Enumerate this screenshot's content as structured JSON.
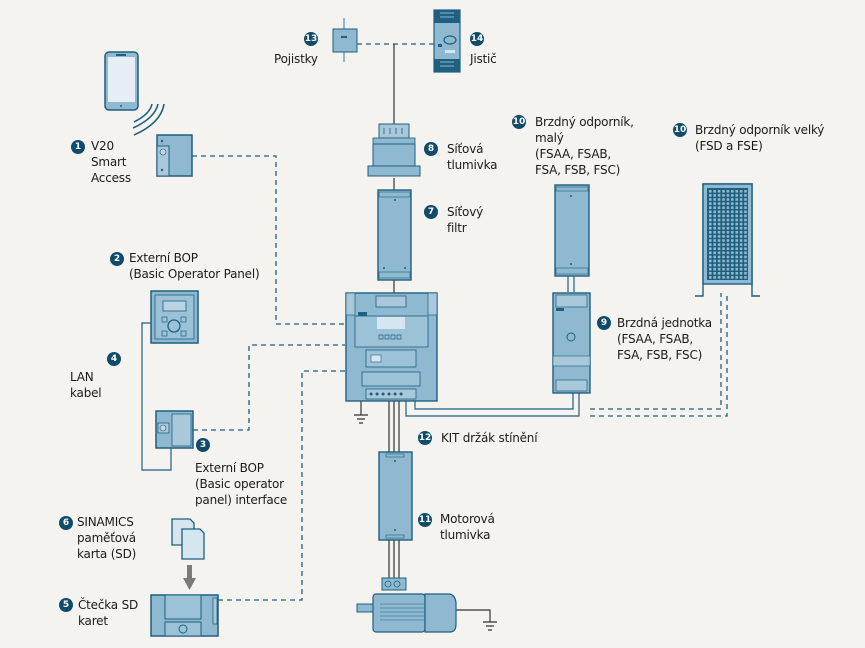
{
  "colors": {
    "background": "#f4f3f0",
    "device_fill": "#8fb9d0",
    "device_stroke": "#1f5f80",
    "device_light": "#d6e6ef",
    "badge": "#0f4c6b",
    "wire": "#333333",
    "dashed": "#1f5f80",
    "arrow": "#7a7a7a"
  },
  "components": [
    {
      "id": "1",
      "badge": "1",
      "label_lines": [
        "V20",
        "Smart",
        "Access"
      ]
    },
    {
      "id": "2",
      "badge": "2",
      "label_lines": [
        "Externí BOP",
        "(Basic Operator Panel)"
      ]
    },
    {
      "id": "3",
      "badge": "3",
      "label_lines": [
        "Externí BOP",
        "(Basic operator",
        "panel) interface"
      ]
    },
    {
      "id": "4",
      "badge": "4",
      "label_lines": [
        "LAN",
        "kabel"
      ]
    },
    {
      "id": "5",
      "badge": "5",
      "label_lines": [
        "Čtečka SD",
        "karet"
      ]
    },
    {
      "id": "6",
      "badge": "6",
      "label_lines": [
        "SINAMICS",
        "paměťová",
        "karta (SD)"
      ]
    },
    {
      "id": "7",
      "badge": "7",
      "label_lines": [
        "Síťový",
        "filtr"
      ]
    },
    {
      "id": "8",
      "badge": "8",
      "label_lines": [
        "Síťová",
        "tlumivka"
      ]
    },
    {
      "id": "9",
      "badge": "9",
      "label_lines": [
        "Brzdná jednotka",
        "(FSAA, FSAB,",
        "FSA, FSB, FSC)"
      ]
    },
    {
      "id": "10a",
      "badge": "10",
      "label_lines": [
        "Brzdný odporník,",
        "malý",
        "(FSAA, FSAB,",
        "FSA, FSB, FSC)"
      ]
    },
    {
      "id": "10b",
      "badge": "10",
      "label_lines": [
        "Brzdný odporník velký",
        "(FSD a FSE)"
      ]
    },
    {
      "id": "11",
      "badge": "11",
      "label_lines": [
        "Motorová",
        "tlumivka"
      ]
    },
    {
      "id": "12",
      "badge": "12",
      "label_lines": [
        "KIT držák stínění"
      ]
    },
    {
      "id": "13",
      "badge": "13",
      "label_lines": [
        "Pojistky"
      ]
    },
    {
      "id": "14",
      "badge": "14",
      "label_lines": [
        "Jistič"
      ]
    }
  ]
}
